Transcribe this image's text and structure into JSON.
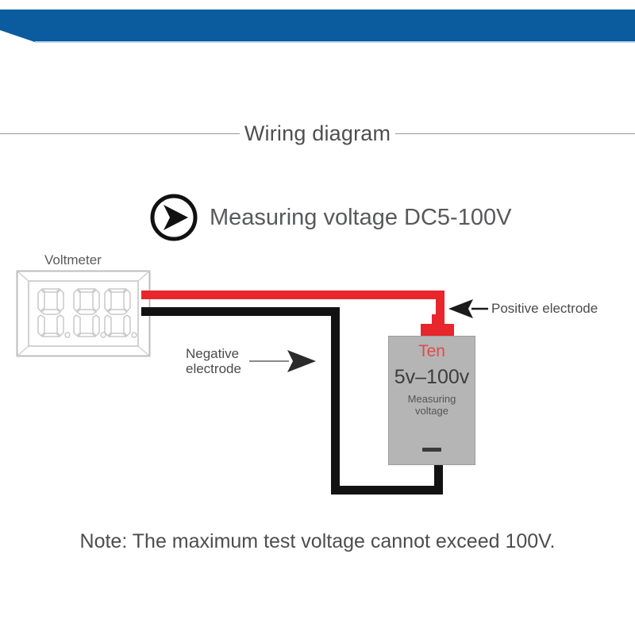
{
  "banner": {
    "color": "#0a5c9e",
    "underline_color": "#bcd9ef"
  },
  "section": {
    "title": "Wiring diagram"
  },
  "heading": {
    "icon": "circle-arrow-right-icon",
    "text": "Measuring voltage DC5-100V"
  },
  "voltmeter": {
    "label": "Voltmeter",
    "display_digits": "8.8.8."
  },
  "wires": {
    "positive_color": "#e8262c",
    "negative_color": "#121212"
  },
  "source": {
    "brand": "Ten",
    "range": "5v–100v",
    "caption_line1": "Measuring",
    "caption_line2": "voltage",
    "minus_sign": "—",
    "terminal_color": "#e8262c",
    "body_color": "#b5b5b5"
  },
  "annotations": {
    "positive": {
      "label": "Positive electrode",
      "arrow": "arrow-left-icon"
    },
    "negative": {
      "label_line1": "Negative",
      "label_line2": "electrode",
      "arrow": "arrow-right-icon"
    }
  },
  "note": {
    "text": "Note: The maximum test voltage cannot exceed 100V."
  }
}
